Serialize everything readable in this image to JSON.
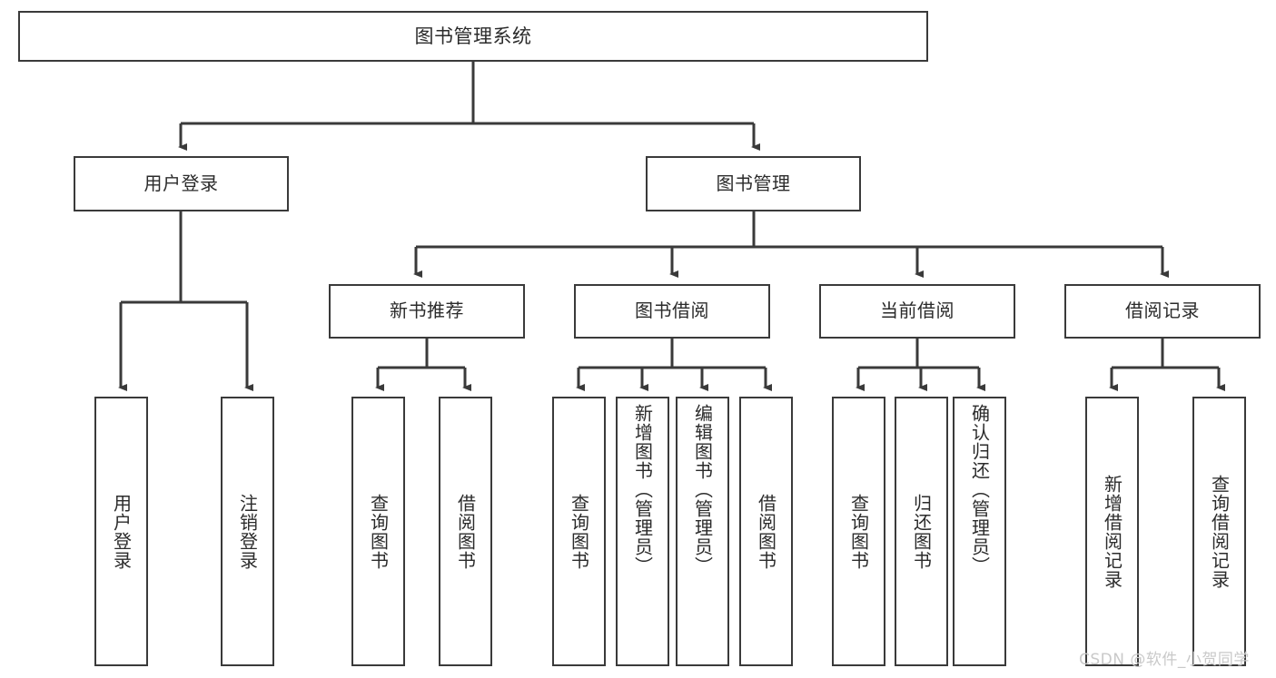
{
  "diagram": {
    "type": "tree-hierarchy",
    "title": "图书管理系统",
    "root": {
      "id": "root",
      "label": "图书管理系统"
    },
    "level1": [
      {
        "id": "user-login",
        "label": "用户登录"
      },
      {
        "id": "book-manage",
        "label": "图书管理"
      }
    ],
    "level2": [
      {
        "id": "new-book-recommend",
        "label": "新书推荐",
        "parent": "book-manage"
      },
      {
        "id": "book-borrow",
        "label": "图书借阅",
        "parent": "book-manage"
      },
      {
        "id": "current-borrow",
        "label": "当前借阅",
        "parent": "book-manage"
      },
      {
        "id": "borrow-record",
        "label": "借阅记录",
        "parent": "book-manage"
      }
    ],
    "leaves": {
      "user_login": [
        {
          "id": "leaf-user-login",
          "label": "用户登录"
        },
        {
          "id": "leaf-user-logout",
          "label": "注销登录"
        }
      ],
      "new_book_recommend": [
        {
          "id": "leaf-query-book-1",
          "label": "查询图书"
        },
        {
          "id": "leaf-borrow-book-1",
          "label": "借阅图书"
        }
      ],
      "book_borrow": [
        {
          "id": "leaf-query-book-2",
          "label": "查询图书"
        },
        {
          "id": "leaf-add-book",
          "label": "新增图书（管理员）"
        },
        {
          "id": "leaf-edit-book",
          "label": "编辑图书（管理员）"
        },
        {
          "id": "leaf-borrow-book-2",
          "label": "借阅图书"
        }
      ],
      "current_borrow": [
        {
          "id": "leaf-query-book-3",
          "label": "查询图书"
        },
        {
          "id": "leaf-return-book",
          "label": "归还图书"
        },
        {
          "id": "leaf-confirm-return",
          "label": "确认归还（管理员）"
        }
      ],
      "borrow_record": [
        {
          "id": "leaf-add-record",
          "label": "新增借阅记录"
        },
        {
          "id": "leaf-query-record",
          "label": "查询借阅记录"
        }
      ]
    }
  },
  "watermark": {
    "text": "CSDN @软件_小贺同学"
  },
  "colors": {
    "stroke": "#3a3a3a",
    "fill": "#ffffff",
    "text": "#2b2b2b",
    "watermark": "#c9c9c9",
    "background": "#ffffff"
  }
}
